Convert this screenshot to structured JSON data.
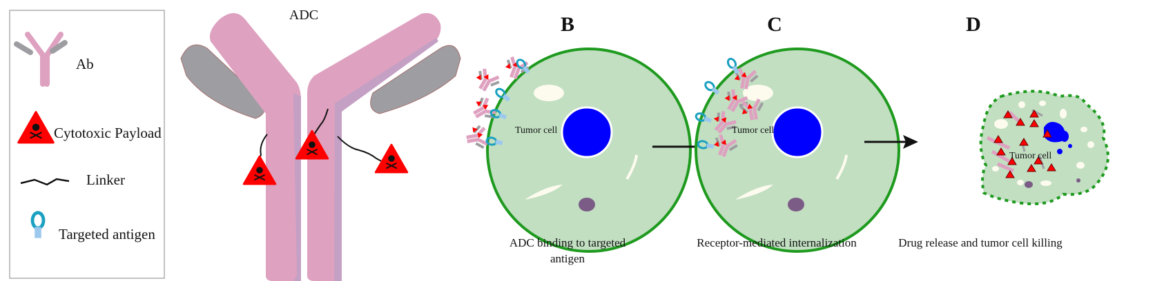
{
  "legend": {
    "items": [
      {
        "icon": "antibody-icon",
        "label": "Ab"
      },
      {
        "icon": "payload-triangle-icon",
        "label": "Cytotoxic Payload"
      },
      {
        "icon": "linker-line-icon",
        "label": "Linker"
      },
      {
        "icon": "antigen-icon",
        "label": "Targeted antigen"
      }
    ]
  },
  "adc": {
    "title": "ADC"
  },
  "panels": [
    {
      "letter": "B",
      "cell_label": "Tumor cell",
      "caption_line1": "ADC binding to targeted",
      "caption_line2": "antigen"
    },
    {
      "letter": "C",
      "cell_label": "Tumor cell",
      "caption_line1": "Receptor-mediated internalization"
    },
    {
      "letter": "D",
      "cell_label": "Tumor cell",
      "caption_line1": "Drug release and tumor cell killing"
    }
  ],
  "colors": {
    "antibody": "#dea1c0",
    "antibody_shade": "#c4a0c4",
    "fragment": "#9e9da1",
    "payload": "#ff0000",
    "cell_fill": "#c2dfc2",
    "cell_border": "#1e9a1e",
    "nucleus": "#0000ff",
    "antigen": "#1aa0c0"
  }
}
